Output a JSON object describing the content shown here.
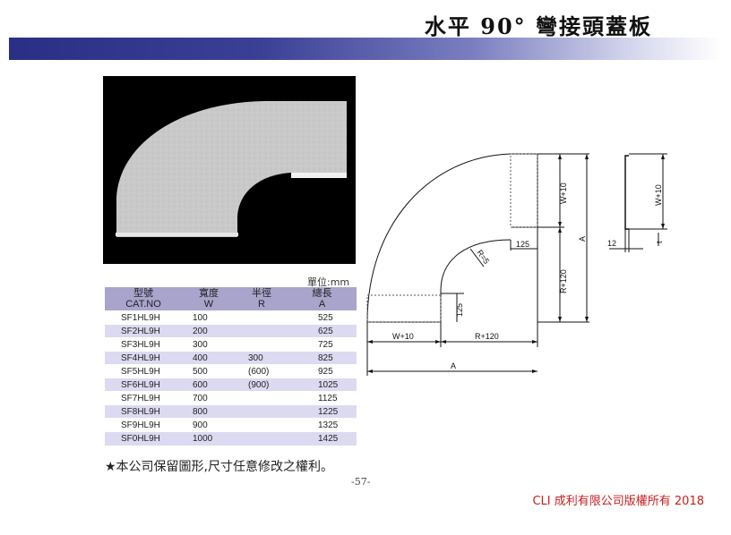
{
  "header": {
    "title": "水平 90° 彎接頭蓋板"
  },
  "photo": {
    "alt": "horizontal 90° elbow cover plate product photo"
  },
  "table": {
    "unit": "單位:mm",
    "headers": [
      {
        "zh": "型號",
        "en": "CAT.NO"
      },
      {
        "zh": "寬度",
        "en": "W"
      },
      {
        "zh": "半徑",
        "en": "R"
      },
      {
        "zh": "總長",
        "en": "A"
      }
    ],
    "rows": [
      {
        "cat": "SF1HL9H",
        "w": "100",
        "r": "",
        "a": "525"
      },
      {
        "cat": "SF2HL9H",
        "w": "200",
        "r": "",
        "a": "625"
      },
      {
        "cat": "SF3HL9H",
        "w": "300",
        "r": "",
        "a": "725"
      },
      {
        "cat": "SF4HL9H",
        "w": "400",
        "r": "300",
        "a": "825"
      },
      {
        "cat": "SF5HL9H",
        "w": "500",
        "r": "(600)",
        "a": "925"
      },
      {
        "cat": "SF6HL9H",
        "w": "600",
        "r": "(900)",
        "a": "1025"
      },
      {
        "cat": "SF7HL9H",
        "w": "700",
        "r": "",
        "a": "1125"
      },
      {
        "cat": "SF8HL9H",
        "w": "800",
        "r": "",
        "a": "1225"
      },
      {
        "cat": "SF9HL9H",
        "w": "900",
        "r": "",
        "a": "1325"
      },
      {
        "cat": "SF0HL9H",
        "w": "1000",
        "r": "",
        "a": "1425"
      }
    ]
  },
  "drawing": {
    "labels": {
      "w10_bottom": "W+10",
      "r120_bottom": "R+120",
      "a_bottom": "A",
      "dim125_left": "125",
      "r5": "R=5",
      "dim125_right": "125",
      "w10_right": "W+10",
      "r120_right": "R+120",
      "a_right": "A",
      "side_w10": "W+10",
      "side_12": "12",
      "side_t": "t"
    }
  },
  "footer": {
    "note": "★本公司保留圖形,尺寸任意修改之權利。",
    "page_number": "-57-",
    "copyright": "CLI 成利有限公司版權所有 2018"
  },
  "colors": {
    "banner_start": "#2a2f86",
    "table_header": "#a8a4cc",
    "table_stripe": "#dcdaf0",
    "copyright": "#c81e1e"
  }
}
